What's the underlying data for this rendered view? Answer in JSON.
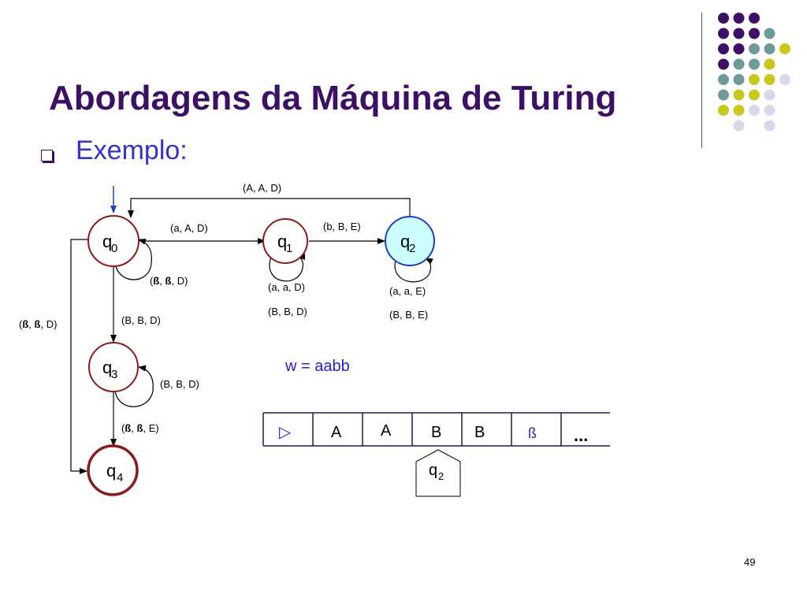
{
  "slide": {
    "title": "Abordagens da Máquina de Turing",
    "bullet": "Exemplo:",
    "page_number": "49"
  },
  "diagram": {
    "states": [
      {
        "id": "q0",
        "letter": "q",
        "sub": "0"
      },
      {
        "id": "q1",
        "letter": "q",
        "sub": "1"
      },
      {
        "id": "q2",
        "letter": "q",
        "sub": "2"
      },
      {
        "id": "q3",
        "letter": "q",
        "sub": "3"
      },
      {
        "id": "q4",
        "letter": "q",
        "sub": "4"
      }
    ],
    "transitions": {
      "q0_q1": "(a, A, D)",
      "q1_q2": "(b, B, E)",
      "q2_q0": "(A, A, D)",
      "q0_loop": {
        "open": "(",
        "b1": "ß",
        "sep": ", ",
        "b2": "ß",
        "rest": ", D)"
      },
      "q1_loop_1": "(a, a, D)",
      "q1_loop_2": "(B, B, D)",
      "q2_loop_1": "(a, a, E)",
      "q2_loop_2": "(B, B, E)",
      "q0_q3": "(B, B, D)",
      "q3_loop": "(B, B, D)",
      "q3_q4": {
        "open": "(",
        "b1": "ß",
        "sep": ", ",
        "b2": "ß",
        "rest": ", E)"
      },
      "q0_q4": {
        "open": "(",
        "b1": "ß",
        "sep": ", ",
        "b2": "ß",
        "rest": ", D)"
      }
    },
    "word": "w = aabb",
    "tape": [
      "▷",
      "A",
      "A",
      "B",
      "B",
      "ß"
    ],
    "tape_ellipsis": "...",
    "head": {
      "letter": "q",
      "sub": "2"
    },
    "colors": {
      "title": "#3b1065",
      "state_border": "#8b1a1a",
      "accept_border": "#8b1a1a",
      "current_border": "#1f3fbf",
      "current_fill": "#ccffff",
      "blue_text": "#2222cc",
      "edges": "#000000"
    }
  },
  "decor": {
    "dot_grid": [
      [
        "purple",
        "purple",
        "purple",
        null,
        null
      ],
      [
        "purple",
        "purple",
        "purple",
        "teal",
        null
      ],
      [
        "purple",
        "purple",
        "teal",
        "teal",
        "yellow"
      ],
      [
        "purple",
        "teal",
        "teal",
        "yellow",
        null
      ],
      [
        "teal",
        "teal",
        "yellow",
        "yellow",
        "lavender"
      ],
      [
        "teal",
        "yellow",
        "yellow",
        "lavender",
        null
      ],
      [
        "yellow",
        "yellow",
        "lavender",
        "lavender",
        null
      ],
      [
        null,
        "lavender",
        null,
        "lavender",
        null
      ]
    ],
    "dot_colors": {
      "purple": "#3b1065",
      "teal": "#6e9a9a",
      "yellow": "#c8c81e",
      "lavender": "#d8d8ec"
    }
  }
}
